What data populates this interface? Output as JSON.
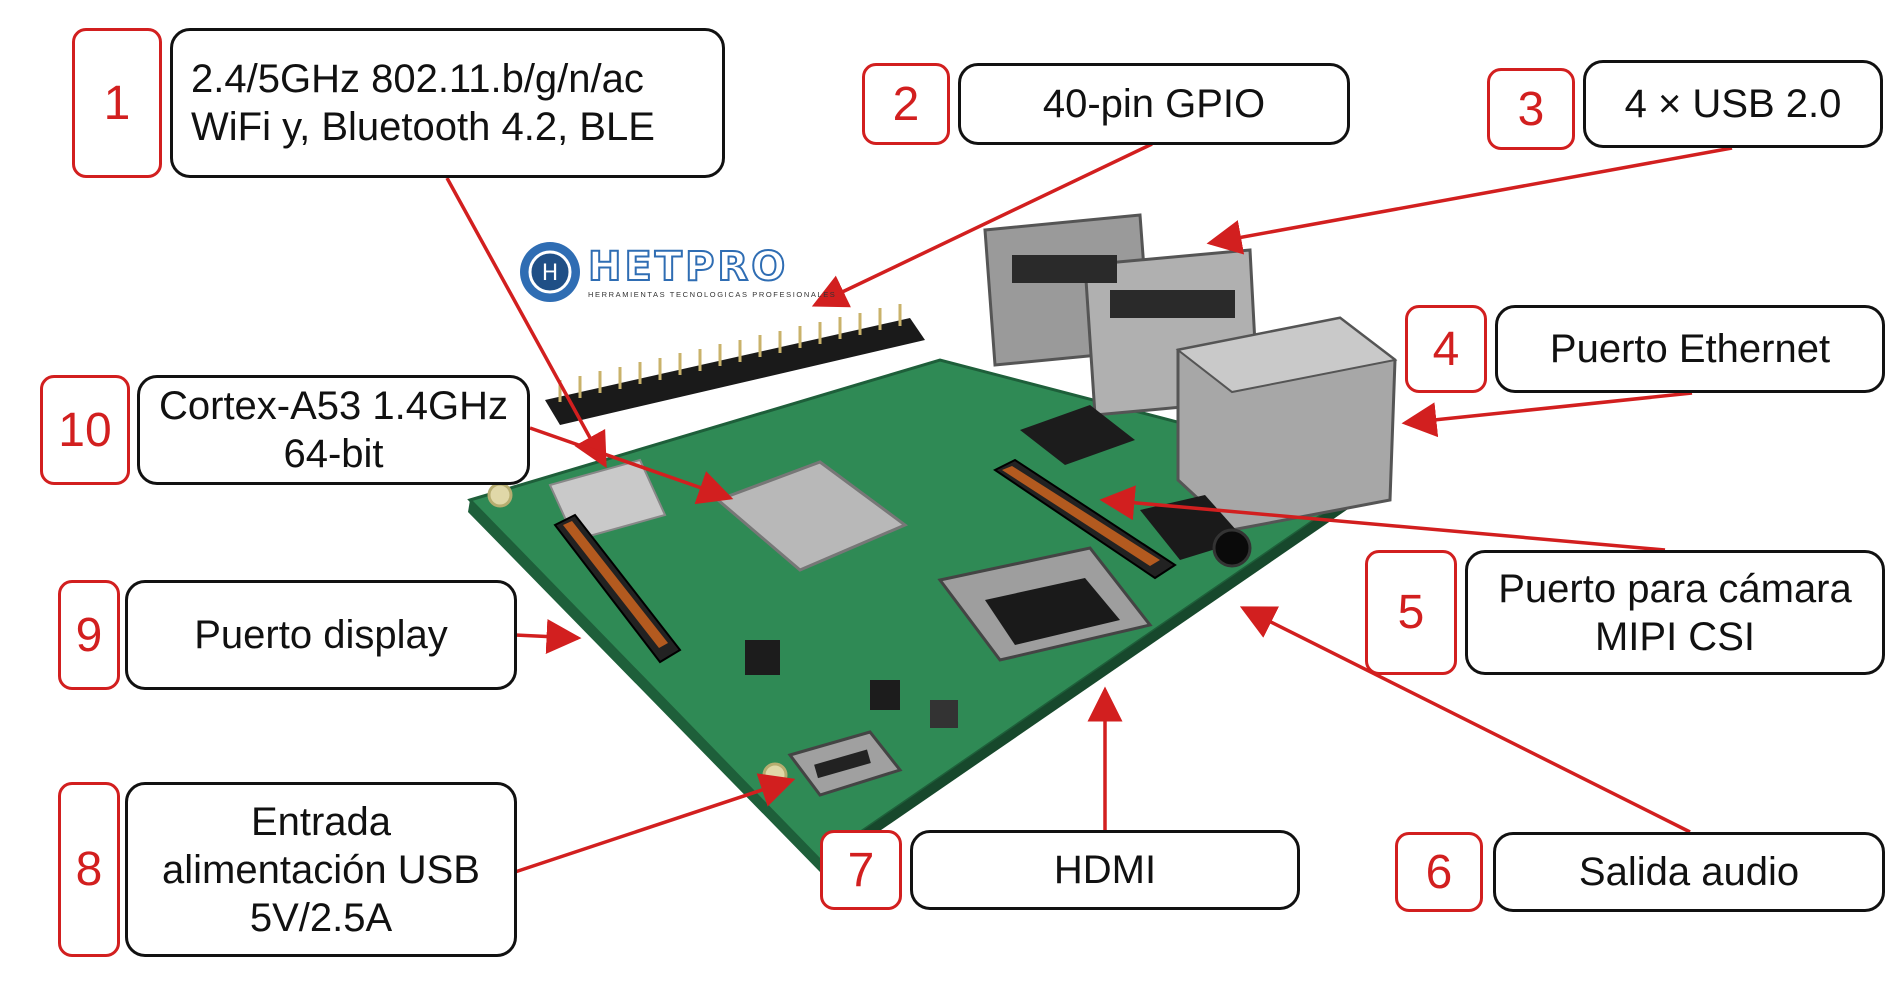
{
  "logo": {
    "name": "HETPRO",
    "tagline": "HERRAMIENTAS TECNOLOGICAS PROFESIONALES",
    "colors": {
      "ring": "#2f6db3",
      "inner": "#1f4f86"
    }
  },
  "callouts": [
    {
      "number": "1",
      "lines": [
        "2.4/5GHz 802.11.b/g/n/ac",
        "WiFi y, Bluetooth 4.2, BLE"
      ]
    },
    {
      "number": "2",
      "lines": [
        "40-pin GPIO"
      ]
    },
    {
      "number": "3",
      "lines": [
        "4 × USB 2.0"
      ]
    },
    {
      "number": "4",
      "lines": [
        "Puerto Ethernet"
      ]
    },
    {
      "number": "5",
      "lines": [
        "Puerto para cámara",
        "MIPI CSI"
      ]
    },
    {
      "number": "6",
      "lines": [
        "Salida audio"
      ]
    },
    {
      "number": "7",
      "lines": [
        "HDMI"
      ]
    },
    {
      "number": "8",
      "lines": [
        "Entrada",
        "alimentación USB",
        "5V/2.5A"
      ]
    },
    {
      "number": "9",
      "lines": [
        "Puerto display"
      ]
    },
    {
      "number": "10",
      "lines": [
        "Cortex-A53 1.4GHz",
        "64-bit"
      ]
    }
  ],
  "colors": {
    "accent": "#d21f1f",
    "board": "#2f8a55",
    "outline": "#111111"
  }
}
